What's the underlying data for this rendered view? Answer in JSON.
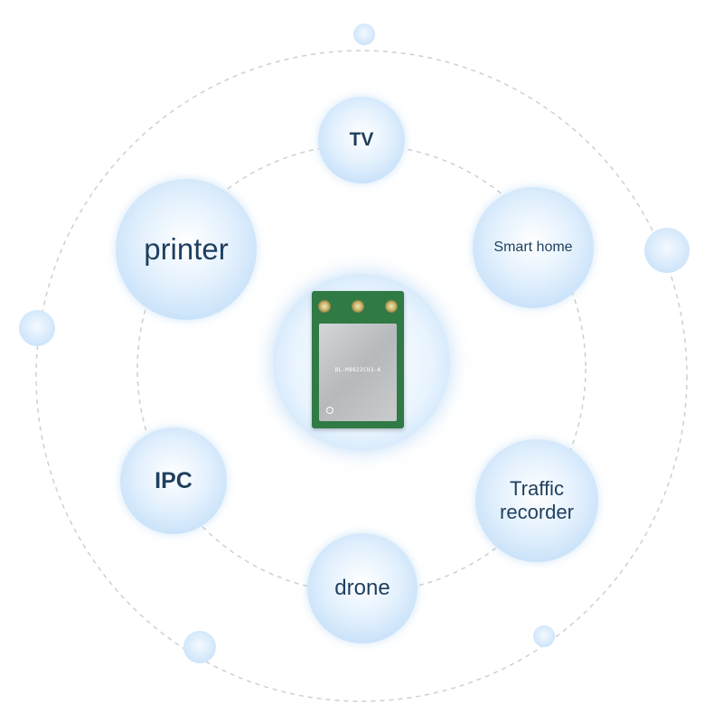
{
  "center_module": {
    "model_text": "BL-M8822CU3-A"
  },
  "applications": [
    {
      "label": "TV"
    },
    {
      "label": "printer"
    },
    {
      "label": "Smart home"
    },
    {
      "label": "IPC"
    },
    {
      "label": "Traffic recorder"
    },
    {
      "label": "drone"
    }
  ],
  "colors": {
    "bubble": "#cfe5fa",
    "orbit": "#cfcfcf",
    "text": "#1e3f5f",
    "pcb": "#2f7a45",
    "shield": "#c5c7c9"
  }
}
